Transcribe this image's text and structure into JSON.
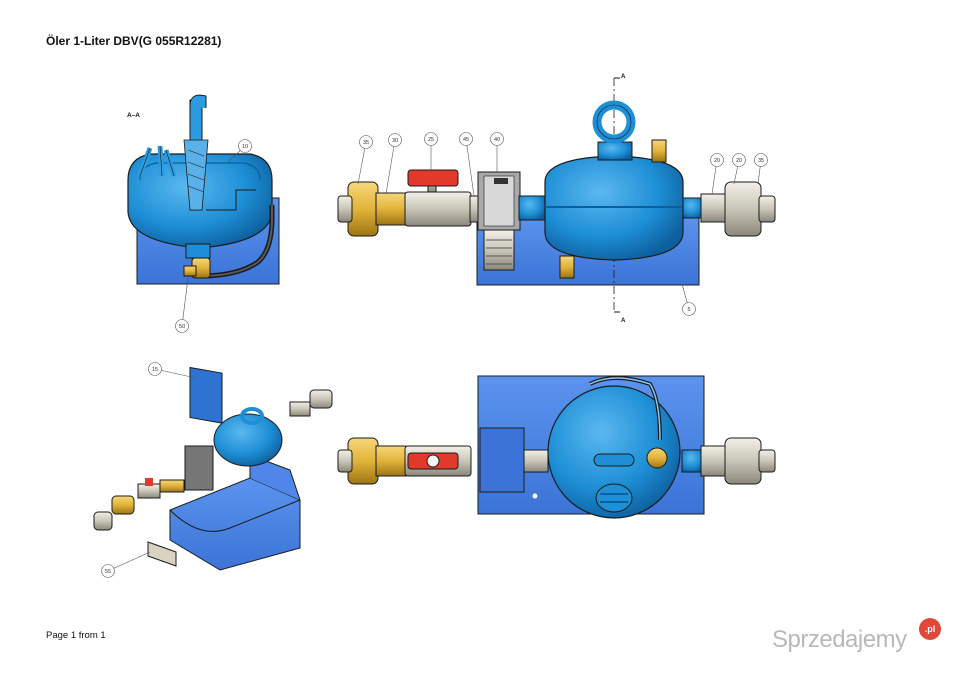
{
  "title": "Öler 1-Liter DBV(G 055R12281)",
  "section_label": "A–A",
  "section_marks": [
    "A",
    "A"
  ],
  "footer": "Page 1 from 1",
  "watermark": {
    "text": "Sprzedajemy",
    "badge": ".pl"
  },
  "callouts": {
    "c10": "10",
    "c50": "50",
    "c35a": "35",
    "c30": "30",
    "c25": "25",
    "c45": "45",
    "c40": "40",
    "c20a": "20",
    "c20b": "20",
    "c35b": "35",
    "c5": "5",
    "c15": "15",
    "c55": "55"
  },
  "colors": {
    "tank": "#1e8fd6",
    "tank_dark": "#0d5e9c",
    "plate": "#3f7fe0",
    "plate_light": "#5b93ee",
    "brass": "#e2b33a",
    "steel": "#c9c6b8",
    "valve_red": "#e23a2a",
    "dark": "#1b1b1b"
  }
}
